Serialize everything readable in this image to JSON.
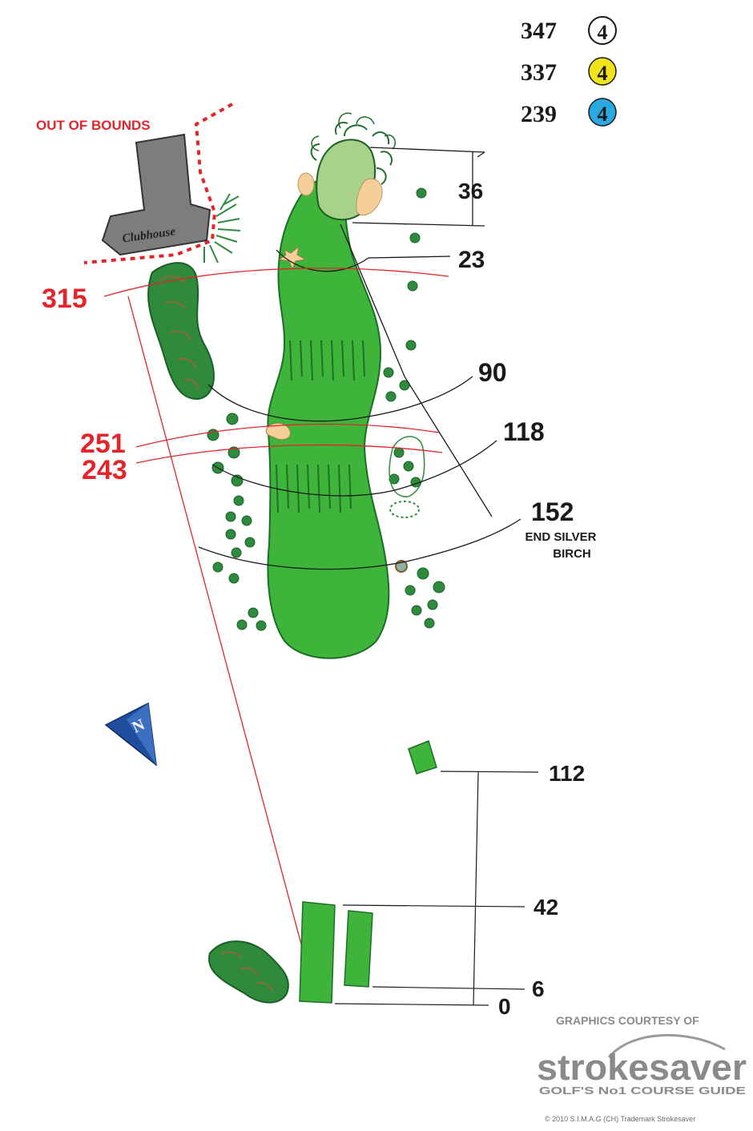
{
  "tees": [
    {
      "yards": "347",
      "par": "4",
      "color": "#ffffff"
    },
    {
      "yards": "337",
      "par": "4",
      "color": "#f2e21b"
    },
    {
      "yards": "239",
      "par": "4",
      "color": "#29a9e0"
    }
  ],
  "labels": {
    "out_of_bounds": "OUT OF BOUNDS",
    "clubhouse": "Clubhouse",
    "end_silver_birch_1": "END SILVER",
    "end_silver_birch_2": "BIRCH",
    "north": "N"
  },
  "distances_black": {
    "green_depth": "36",
    "d23": "23",
    "d90": "90",
    "d118": "118",
    "d152": "152",
    "d112": "112",
    "d42": "42",
    "d6": "6",
    "d0": "0"
  },
  "distances_red": {
    "d315": "315",
    "d251": "251",
    "d243": "243"
  },
  "credits": {
    "courtesy": "GRAPHICS COURTESY OF",
    "brand": "strokesaver",
    "tagline": "GOLF'S No1 COURSE GUIDE",
    "copyright": "© 2010 S.I.M.A.G (CH) Trademark Strokesaver"
  },
  "colors": {
    "fairway": "#3fb43a",
    "green": "#a8d28a",
    "bunker": "#f5cf9a",
    "accent_red": "#e3242b",
    "north_arrow": "#1f4e9c",
    "clubhouse": "#7d7d7d"
  }
}
